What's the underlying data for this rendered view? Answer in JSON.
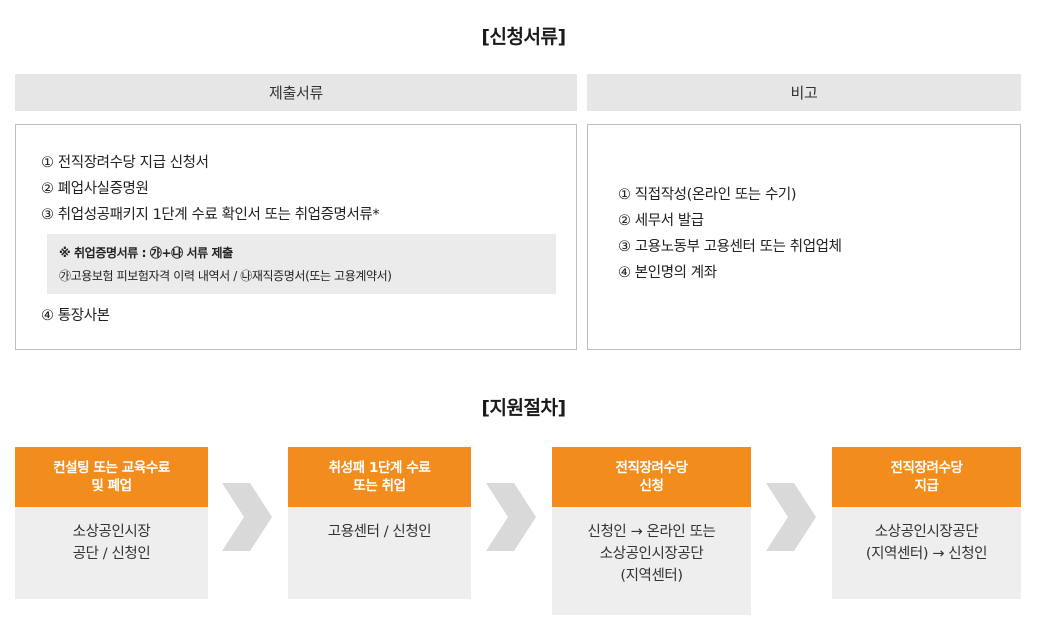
{
  "documents_section": {
    "title": "[신청서류]",
    "headers": {
      "documents": "제출서류",
      "remarks": "비고"
    },
    "items": [
      "① 전직장려수당 지급 신청서",
      "② 폐업사실증명원",
      "③ 취업성공패키지 1단계 수료 확인서 또는 취업증명서류*",
      "④ 통장사본"
    ],
    "note": {
      "line1": "※ 취업증명서류 : ㉮+㉯ 서류 제출",
      "line2": "㉮고용보험 피보험자격 이력 내역서  /  ㉯재직증명서(또는 고용계약서)"
    },
    "remarks": [
      "① 직접작성(온라인 또는 수기)",
      "② 세무서 발급",
      "③ 고용노동부 고용센터 또는 취업업체",
      "④ 본인명의 계좌"
    ]
  },
  "procedure_section": {
    "title": "[지원절차]",
    "steps": [
      {
        "head": [
          "컨설팅 또는 교육수료",
          "및 폐업"
        ],
        "body": [
          "소상공인시장",
          "공단 / 신청인"
        ]
      },
      {
        "head": [
          "취성패 1단계 수료",
          "또는 취업"
        ],
        "body": [
          "고용센터 / 신청인"
        ]
      },
      {
        "head": [
          "전직장려수당",
          "신청"
        ],
        "body": [
          "신청인 → 온라인 또는",
          "소상공인시장공단",
          "(지역센터)"
        ]
      },
      {
        "head": [
          "전직장려수당",
          "지급"
        ],
        "body": [
          "소상공인시장공단",
          "(지역센터) → 신청인"
        ]
      }
    ]
  },
  "colors": {
    "accent_orange": "#f28c1c",
    "header_gray": "#e6e6e6",
    "body_gray": "#eeeeee",
    "arrow_gray": "#d9d9d9"
  }
}
